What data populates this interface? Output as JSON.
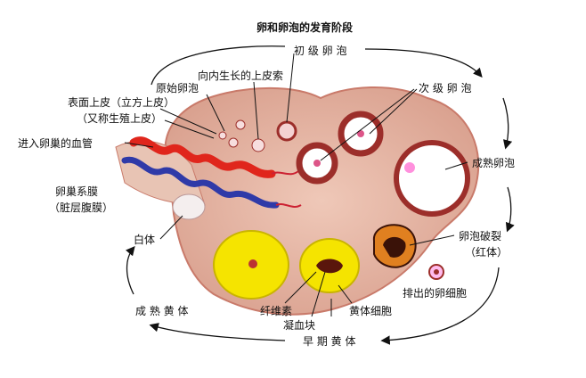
{
  "title": "卵和卵泡的发育阶段",
  "labels": {
    "primary_follicle": "初 级 卵 泡",
    "primordial_follicle": "原始卵泡",
    "inward_cords": "向内生长的上皮索",
    "surface_epithelium": "表面上皮（立方上皮）",
    "germinal_epithelium": "（又称生殖上皮）",
    "blood_vessels": "进入卵巢的血管",
    "mesovarium": "卵巢系膜",
    "visceral_peritoneum": "（脏层腹膜）",
    "secondary_follicle": "次 级 卵 泡",
    "mature_follicle": "成熟卵泡",
    "ruptured_follicle": "卵泡破裂",
    "corpus_rubrum": "（红体）",
    "ovulated_egg": "排出的卵细胞",
    "corpus_albicans": "白体",
    "mature_corpus_luteum": "成 熟 黄 体",
    "fibrin": "纤维素",
    "blood_clot": "凝血块",
    "lutein_cells": "黄体细胞",
    "early_corpus_luteum": "早 期 黄 体"
  },
  "colors": {
    "stroma": "#e6b7a6",
    "stroma_edge": "#c97a6a",
    "artery": "#e0261c",
    "vein": "#2f3aa8",
    "corpus_luteum": "#f5e400",
    "follicle_ring": "#9c2e2a",
    "clot": "#3a1208"
  }
}
